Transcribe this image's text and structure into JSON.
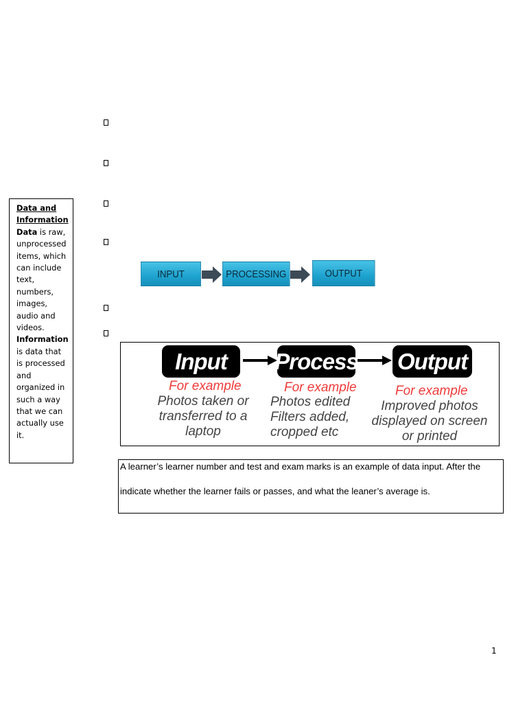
{
  "sidebar": {
    "heading": "Data and Information",
    "data_term": "Data",
    "data_definition": " is raw, unprocessed items, which can include text, numbers, images, audio and videos.",
    "info_term": "Information",
    "info_definition": " is data that is processed and organized in such a way that we can actually use it."
  },
  "flow_diagram": {
    "steps": [
      "INPUT",
      "PROCESSING",
      "OUTPUT"
    ],
    "box_color": "#1ea3cf",
    "arrow_color": "#3d4b57"
  },
  "figure": {
    "stages": [
      {
        "title": "Input",
        "example_label": "For example",
        "description": [
          "Photos taken or",
          "transferred to a",
          "laptop"
        ]
      },
      {
        "title": "Process",
        "example_label": "For example",
        "description": [
          "Photos edited",
          "Filters added,",
          "cropped etc"
        ]
      },
      {
        "title": "Output",
        "example_label": "For example",
        "description": [
          "Improved photos",
          "displayed on screen",
          "or printed"
        ]
      }
    ],
    "example_color": "#ef3b3b"
  },
  "example_box": {
    "line1": "A learner’s learner number and test and exam marks is an example of data input. After the",
    "line2": "indicate whether the learner fails or passes, and what the leaner’s average is."
  },
  "page_number": "1"
}
